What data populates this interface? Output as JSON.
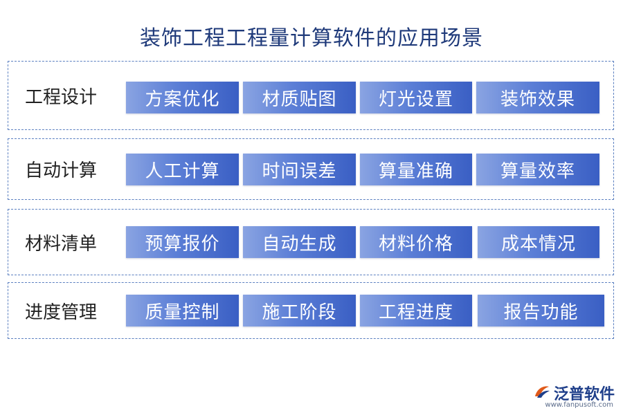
{
  "title": "装饰工程工程量计算软件的应用场景",
  "colors": {
    "accent": "#1f3a7a",
    "chip_start": "#8aa4e2",
    "chip_end": "#3a5fc4",
    "border": "#5a7fc0"
  },
  "groups": [
    {
      "label": "工程设计",
      "items": [
        "方案优化",
        "材质贴图",
        "灯光设置",
        "装饰效果"
      ]
    },
    {
      "label": "自动计算",
      "items": [
        "人工计算",
        "时间误差",
        "算量准确",
        "算量效率"
      ]
    },
    {
      "label": "材料清单",
      "items": [
        "预算报价",
        "自动生成",
        "材料价格",
        "成本情况"
      ]
    },
    {
      "label": "进度管理",
      "items": [
        "质量控制",
        "施工阶段",
        "工程进度",
        "报告功能"
      ]
    }
  ],
  "logo": {
    "name": "泛普软件",
    "url": "www.fanpusoft.com",
    "icon": "fanpu-logo-icon"
  }
}
